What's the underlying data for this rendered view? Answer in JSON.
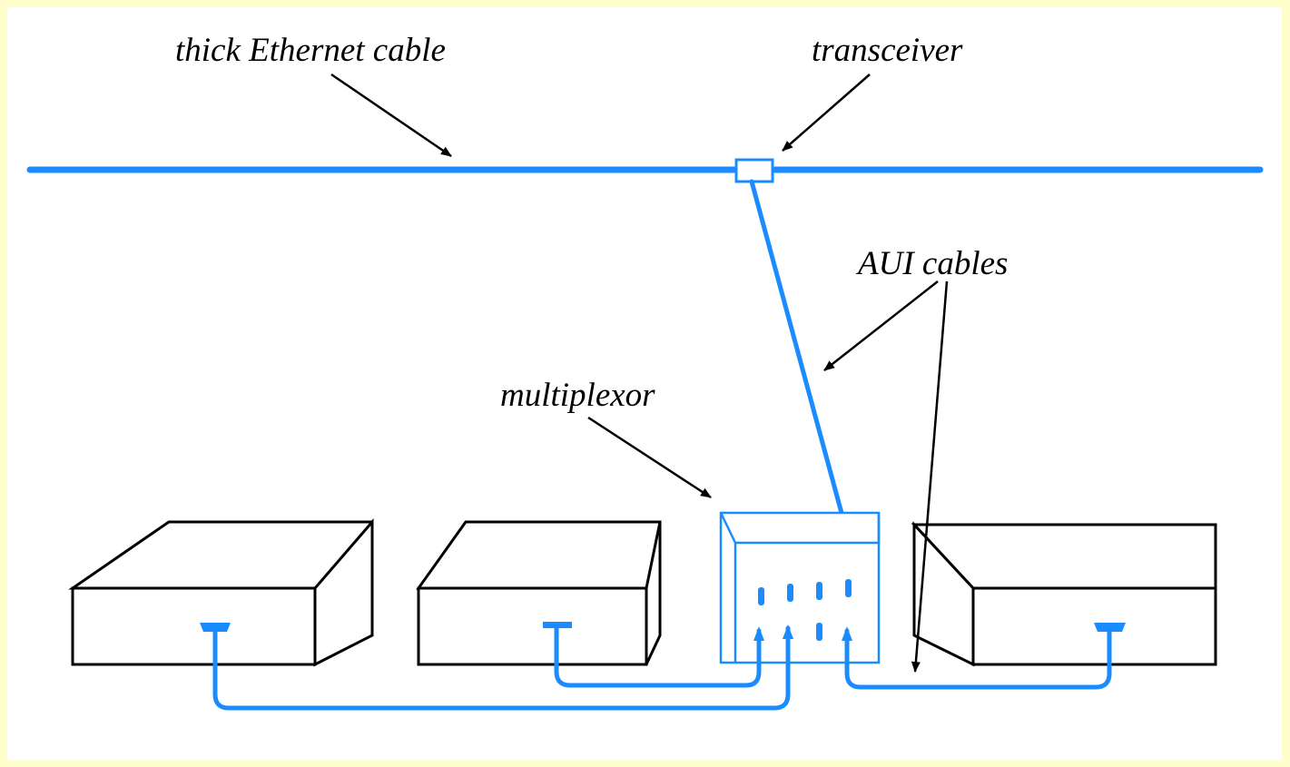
{
  "labels": {
    "thick_cable": "thick Ethernet cable",
    "transceiver": "transceiver",
    "aui_cables": "AUI cables",
    "multiplexor": "multiplexor"
  },
  "colors": {
    "background": "#ffffcc",
    "cable": "#1a8cff",
    "outline": "#000000"
  }
}
